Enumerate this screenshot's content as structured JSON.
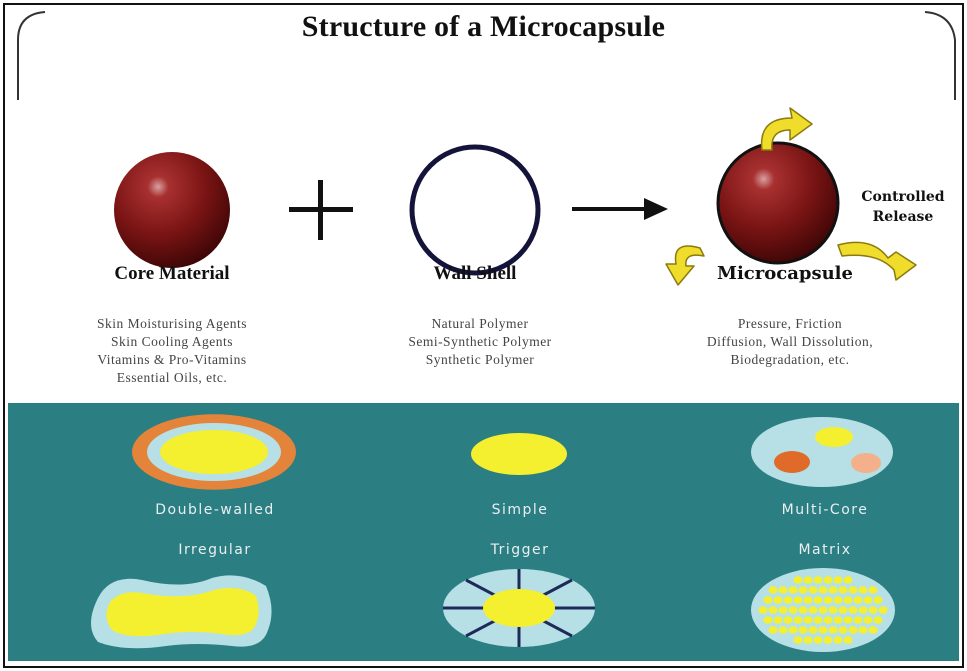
{
  "title": "Structure of a Microcapsule",
  "top": {
    "core": {
      "label": "Core Material",
      "lines": [
        "Skin Moisturising Agents",
        "Skin Cooling Agents",
        "Vitamins & Pro-Vitamins",
        "Essential Oils, etc."
      ]
    },
    "wall": {
      "label": "Wall Shell",
      "lines": [
        "Natural Polymer",
        "Semi-Synthetic Polymer",
        "Synthetic Polymer"
      ]
    },
    "micro": {
      "label": "Microcapsule",
      "release_line1": "Controlled",
      "release_line2": "Release",
      "lines": [
        "Pressure, Friction",
        "Diffusion, Wall Dissolution,",
        "Biodegradation, etc."
      ]
    }
  },
  "types": {
    "double_walled": "Double-walled",
    "simple": "Simple",
    "multi_core": "Multi-Core",
    "irregular": "Irregular",
    "trigger": "Trigger",
    "matrix": "Matrix"
  },
  "colors": {
    "teal": "#2b7f83",
    "core_red": "#7a1414",
    "yellow": "#f4ef2f",
    "light_blue": "#b6e0e6",
    "orange": "#e3843a",
    "arrow_yellow": "#f0dc2a"
  }
}
